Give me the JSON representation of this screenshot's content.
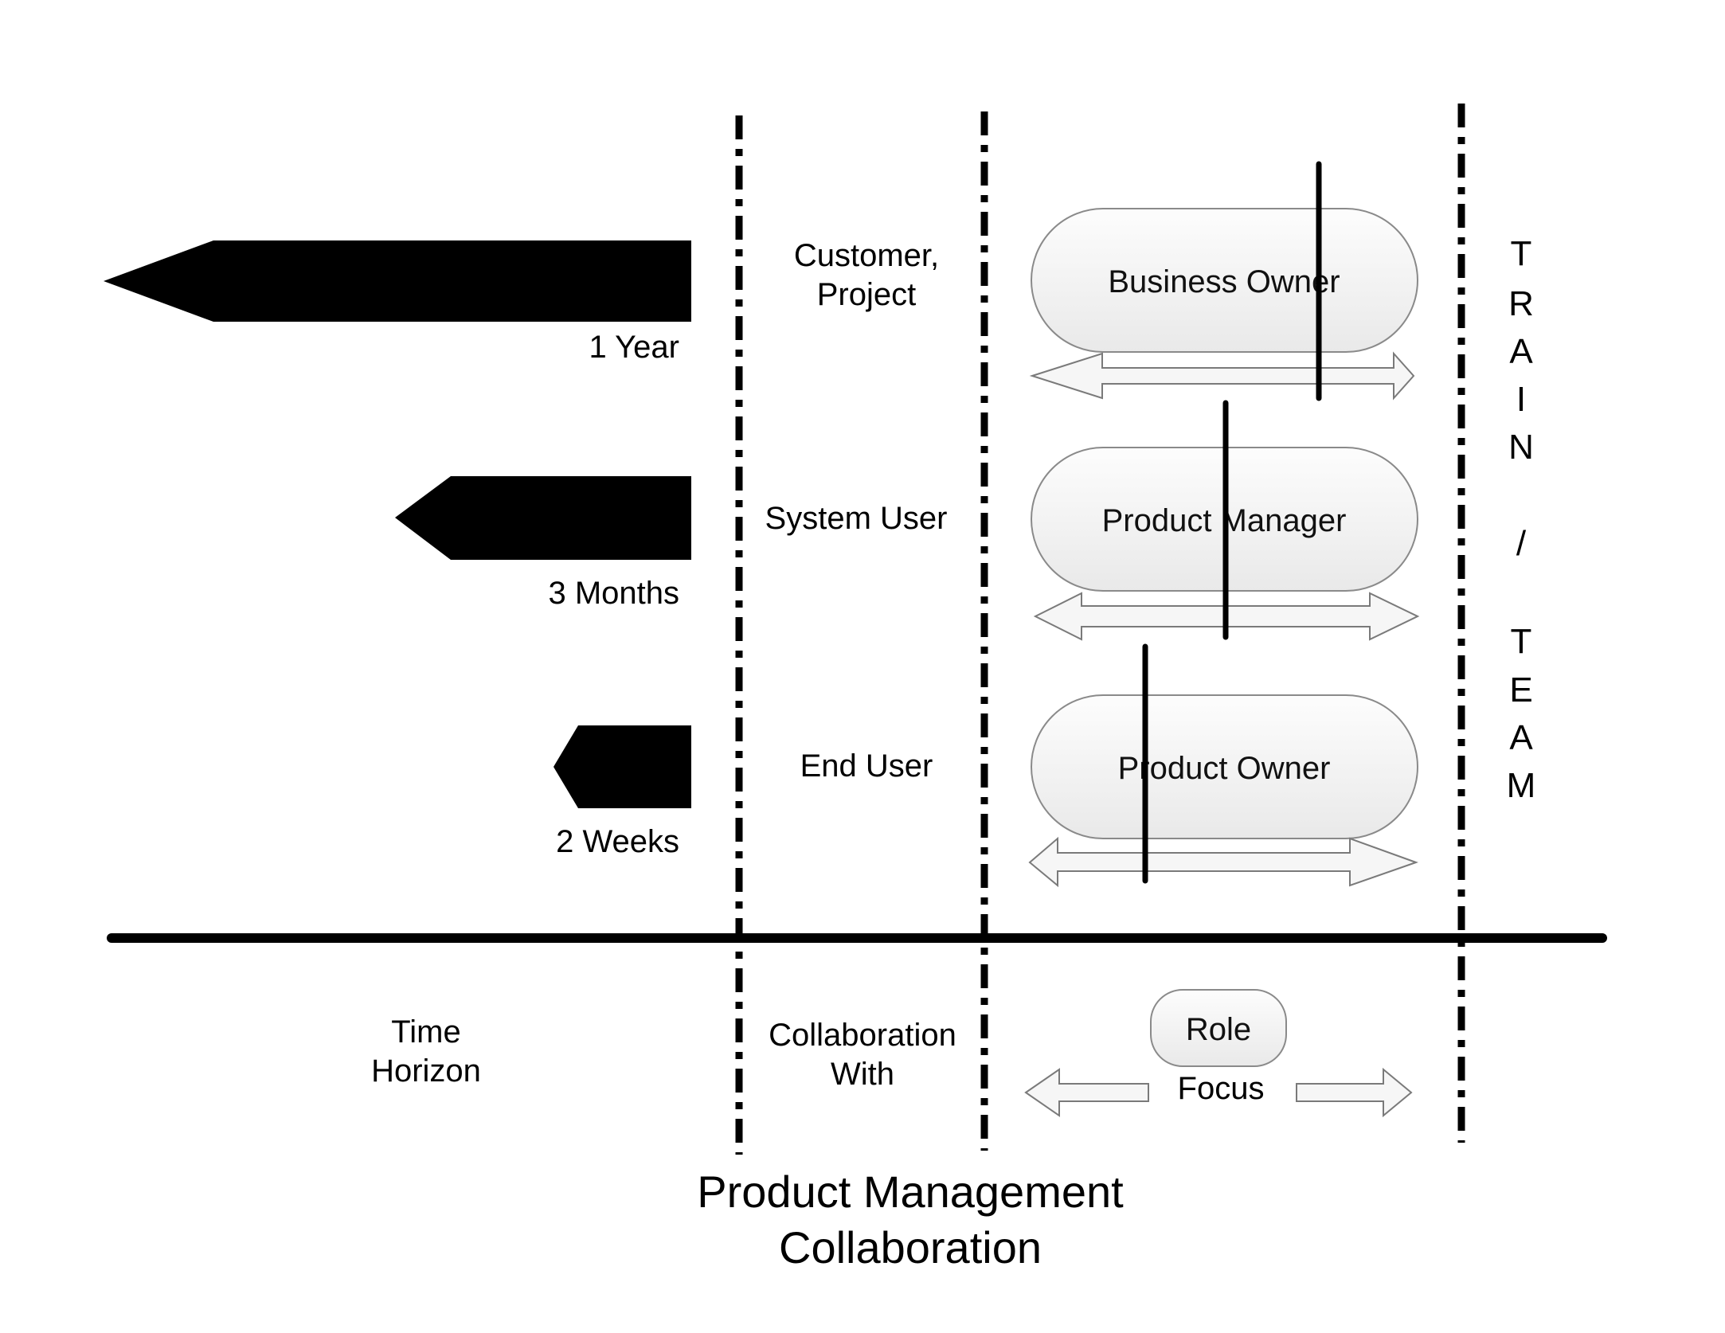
{
  "title": {
    "line1": "Product Management",
    "line2": "Collaboration"
  },
  "time_horizons": [
    {
      "label": "1 Year"
    },
    {
      "label": "3 Months"
    },
    {
      "label": "2 Weeks"
    }
  ],
  "collaborators": [
    {
      "line1": "Customer,",
      "line2": "Project"
    },
    {
      "line1": "System User",
      "line2": ""
    },
    {
      "line1": "End User",
      "line2": ""
    }
  ],
  "roles": [
    {
      "label": "Business Owner"
    },
    {
      "label": "Product Manager"
    },
    {
      "label": "Product Owner"
    }
  ],
  "train_team": {
    "letters": [
      "T",
      "R",
      "A",
      "I",
      "N",
      "/",
      "T",
      "E",
      "A",
      "M"
    ]
  },
  "legend": {
    "time_horizon": {
      "line1": "Time",
      "line2": "Horizon"
    },
    "collaboration_with": {
      "line1": "Collaboration",
      "line2": "With"
    },
    "role": "Role",
    "focus": "Focus"
  },
  "colors": {
    "ink": "#000000",
    "pill_fill_top": "#fbfbfb",
    "pill_fill_bottom": "#ececec",
    "pill_stroke": "#8a8a8a",
    "arrow_fill": "#f6f6f6",
    "arrow_stroke": "#7a7a7a"
  }
}
